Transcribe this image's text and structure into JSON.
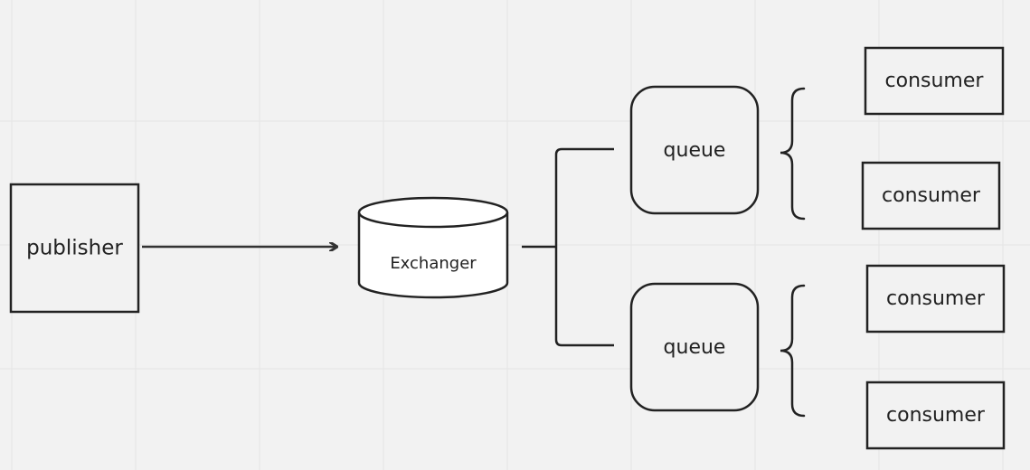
{
  "nodes": {
    "publisher": "publisher",
    "exchanger": "Exchanger",
    "queue_top": "queue",
    "queue_bottom": "queue",
    "consumer_1": "consumer",
    "consumer_2": "consumer",
    "consumer_3": "consumer",
    "consumer_4": "consumer"
  },
  "colors": {
    "background": "#f2f2f2",
    "grid": "#e4e4e4",
    "stroke": "#222222",
    "shape_fill": "#ffffff"
  }
}
